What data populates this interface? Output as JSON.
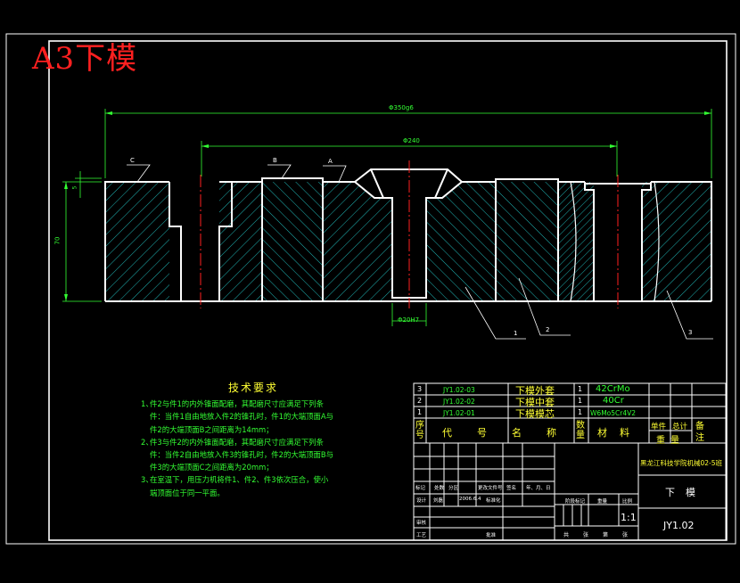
{
  "sheet_title": "A3下模",
  "dimensions": {
    "overall_diameter": "Φ350g6",
    "inner_diameter": "Φ240",
    "hole_diameter": "Φ20H7",
    "height": "70",
    "step": "5"
  },
  "surface_labels": [
    "C",
    "B",
    "A"
  ],
  "part_callouts": [
    "1",
    "2",
    "3"
  ],
  "technical_requirements": {
    "heading": "技术要求",
    "notes": [
      {
        "num": "1、",
        "lines": [
          "件2与件1的内外锥面配磨，其配磨尺寸应满足下列条",
          "件：当件1自由地放入件2的锥孔时，件1的大端顶面A与",
          "件2的大端顶面B之间距离为14mm；"
        ]
      },
      {
        "num": "2、",
        "lines": [
          "件3与件2的内外锥面配磨，其配磨尺寸应满足下列条",
          "件：当件2自由地放入件3的锥孔时，件2的大端顶面B与",
          "件3的大端顶面C之间距离为20mm；"
        ]
      },
      {
        "num": "3、",
        "lines": [
          "在室温下，用压力机将件1、件2、件3依次压合，使小",
          "端顶面位于同一平面。"
        ]
      }
    ]
  },
  "bom": {
    "rows": [
      {
        "no": "3",
        "code": "JY1.02-03",
        "name": "下模外套",
        "qty": "1",
        "material": "42CrMo"
      },
      {
        "no": "2",
        "code": "JY1.02-02",
        "name": "下模中套",
        "qty": "1",
        "material": "40Cr"
      },
      {
        "no": "1",
        "code": "JY1.02-01",
        "name": "下模模芯",
        "qty": "1",
        "material": "W6Mo5Cr4V2"
      }
    ],
    "headers": {
      "no": "序号",
      "code": "代号",
      "name": "名称",
      "qty": "数量",
      "material": "材料",
      "weight_group": "重量",
      "single": "单件",
      "total": "总计",
      "remark": "备注"
    }
  },
  "title_block": {
    "school": "黑龙江科技学院机械02-5班",
    "drawing_name": "下模",
    "drawing_no": "JY1.02",
    "scale": "1:1",
    "change_row": [
      "标记",
      "处数",
      "分区",
      "更改文件号",
      "签名",
      "年、月、日"
    ],
    "design_row": [
      "设计",
      "刘磊",
      "2006.6.4",
      "标准化"
    ],
    "stage_labels": [
      "阶段标记",
      "重量",
      "比例"
    ],
    "sheet_labels": [
      "共",
      "张",
      "第",
      "张"
    ],
    "left_labels": [
      "审核",
      "工艺"
    ],
    "approve": "批准"
  },
  "colors": {
    "background": "#000000",
    "outline": "#ffffff",
    "hatch": "#22c8c8",
    "dimension": "#33ff33",
    "centerline": "#ff2020",
    "text_yellow": "#ffff33",
    "title_red": "#ff2020"
  }
}
